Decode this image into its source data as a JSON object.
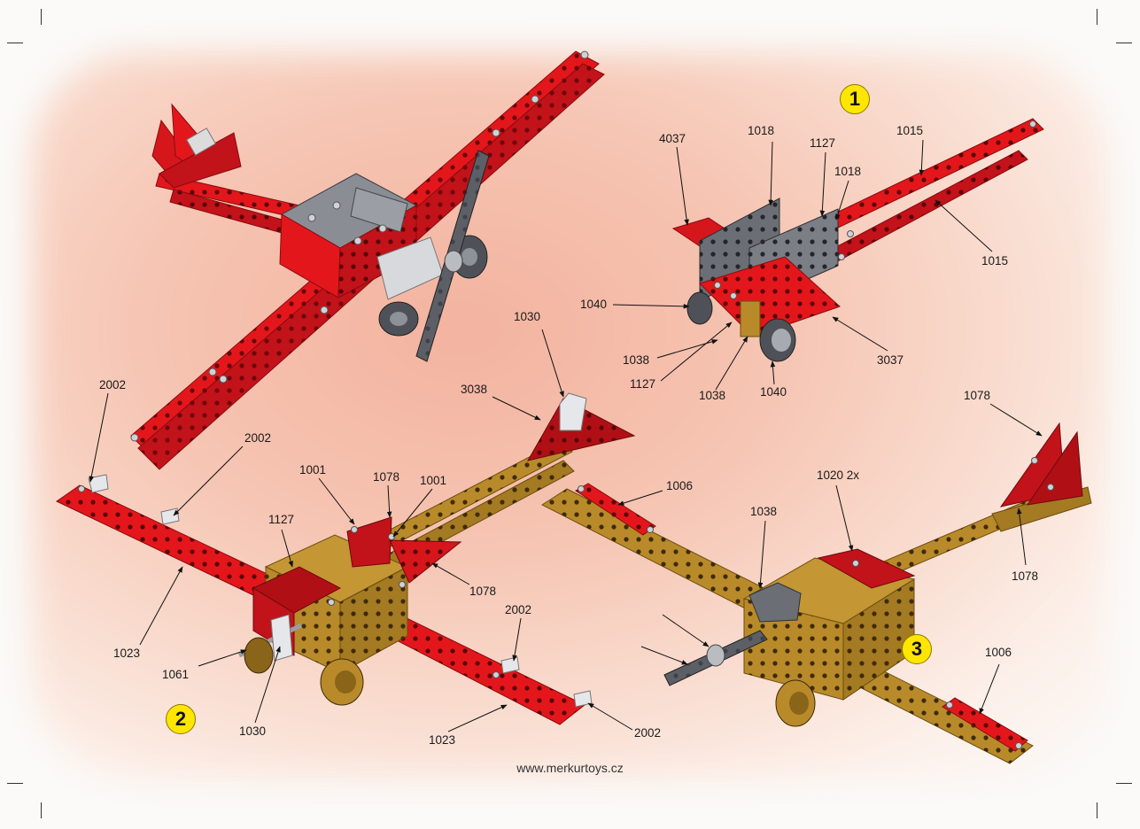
{
  "footer": {
    "website": "www.merkurtoys.cz"
  },
  "steps": [
    {
      "number": "1",
      "name": "step-1"
    },
    {
      "number": "2",
      "name": "step-2"
    },
    {
      "number": "3",
      "name": "step-3"
    }
  ],
  "labels": {
    "s1_4037": "4037",
    "s1_1018a": "1018",
    "s1_1127a": "1127",
    "s1_1018b": "1018",
    "s1_1015a": "1015",
    "s1_1015b": "1015",
    "s1_1040a": "1040",
    "s1_1038a": "1038",
    "s1_1127b": "1127",
    "s1_1038b": "1038",
    "s1_1040b": "1040",
    "s1_3037": "3037",
    "s2_1030a": "1030",
    "s2_3038": "3038",
    "s2_2002a": "2002",
    "s2_2002b": "2002",
    "s2_1001a": "1001",
    "s2_1078a": "1078",
    "s2_1001b": "1001",
    "s2_1127": "1127",
    "s2_1078b": "1078",
    "s2_2002c": "2002",
    "s2_1023a": "1023",
    "s2_1061": "1061",
    "s2_1030b": "1030",
    "s2_1023b": "1023",
    "s2_2002d": "2002",
    "s3_1078a": "1078",
    "s3_1006a": "1006",
    "s3_1020": "1020 2x",
    "s3_1038": "1038",
    "s3_1078b": "1078",
    "s3_1006b": "1006"
  },
  "colors": {
    "red_part": "#e3171b",
    "red_dark": "#b01015",
    "brass_part": "#b88a2a",
    "brass_dark": "#8a6418",
    "grey_part": "#6b6e74",
    "wheel": "#4e5258",
    "badge": "#ffe600"
  }
}
